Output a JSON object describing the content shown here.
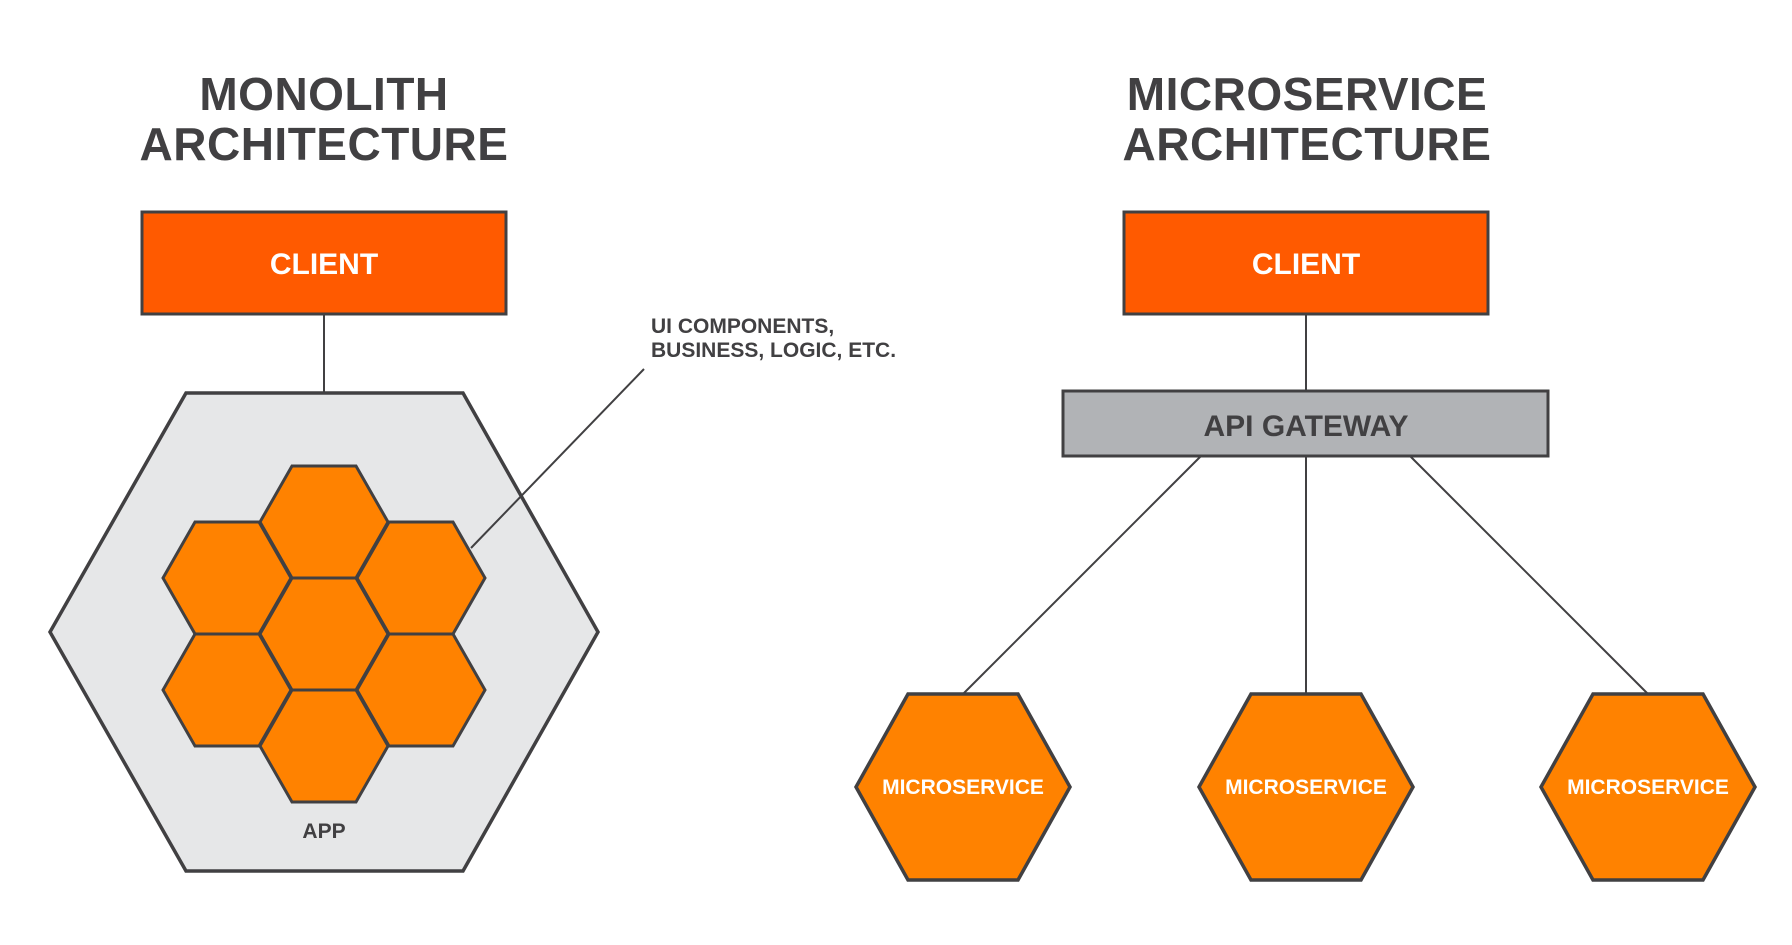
{
  "colors": {
    "client_fill": "#ff5a00",
    "module_fill": "#ff8200",
    "app_fill": "#e6e7e8",
    "gateway_fill": "#b1b3b6",
    "stroke": "#414042",
    "text_dark": "#414042",
    "text_light": "#ffffff"
  },
  "monolith": {
    "title_line1": "MONOLITH",
    "title_line2": "ARCHITECTURE",
    "client_label": "CLIENT",
    "app_label": "APP",
    "callout_line1": "UI COMPONENTS,",
    "callout_line2": "BUSINESS, LOGIC, ETC."
  },
  "microservice": {
    "title_line1": "MICROSERVICE",
    "title_line2": "ARCHITECTURE",
    "client_label": "CLIENT",
    "gateway_label": "API GATEWAY",
    "services": [
      {
        "label": "MICROSERVICE"
      },
      {
        "label": "MICROSERVICE"
      },
      {
        "label": "MICROSERVICE"
      }
    ]
  }
}
